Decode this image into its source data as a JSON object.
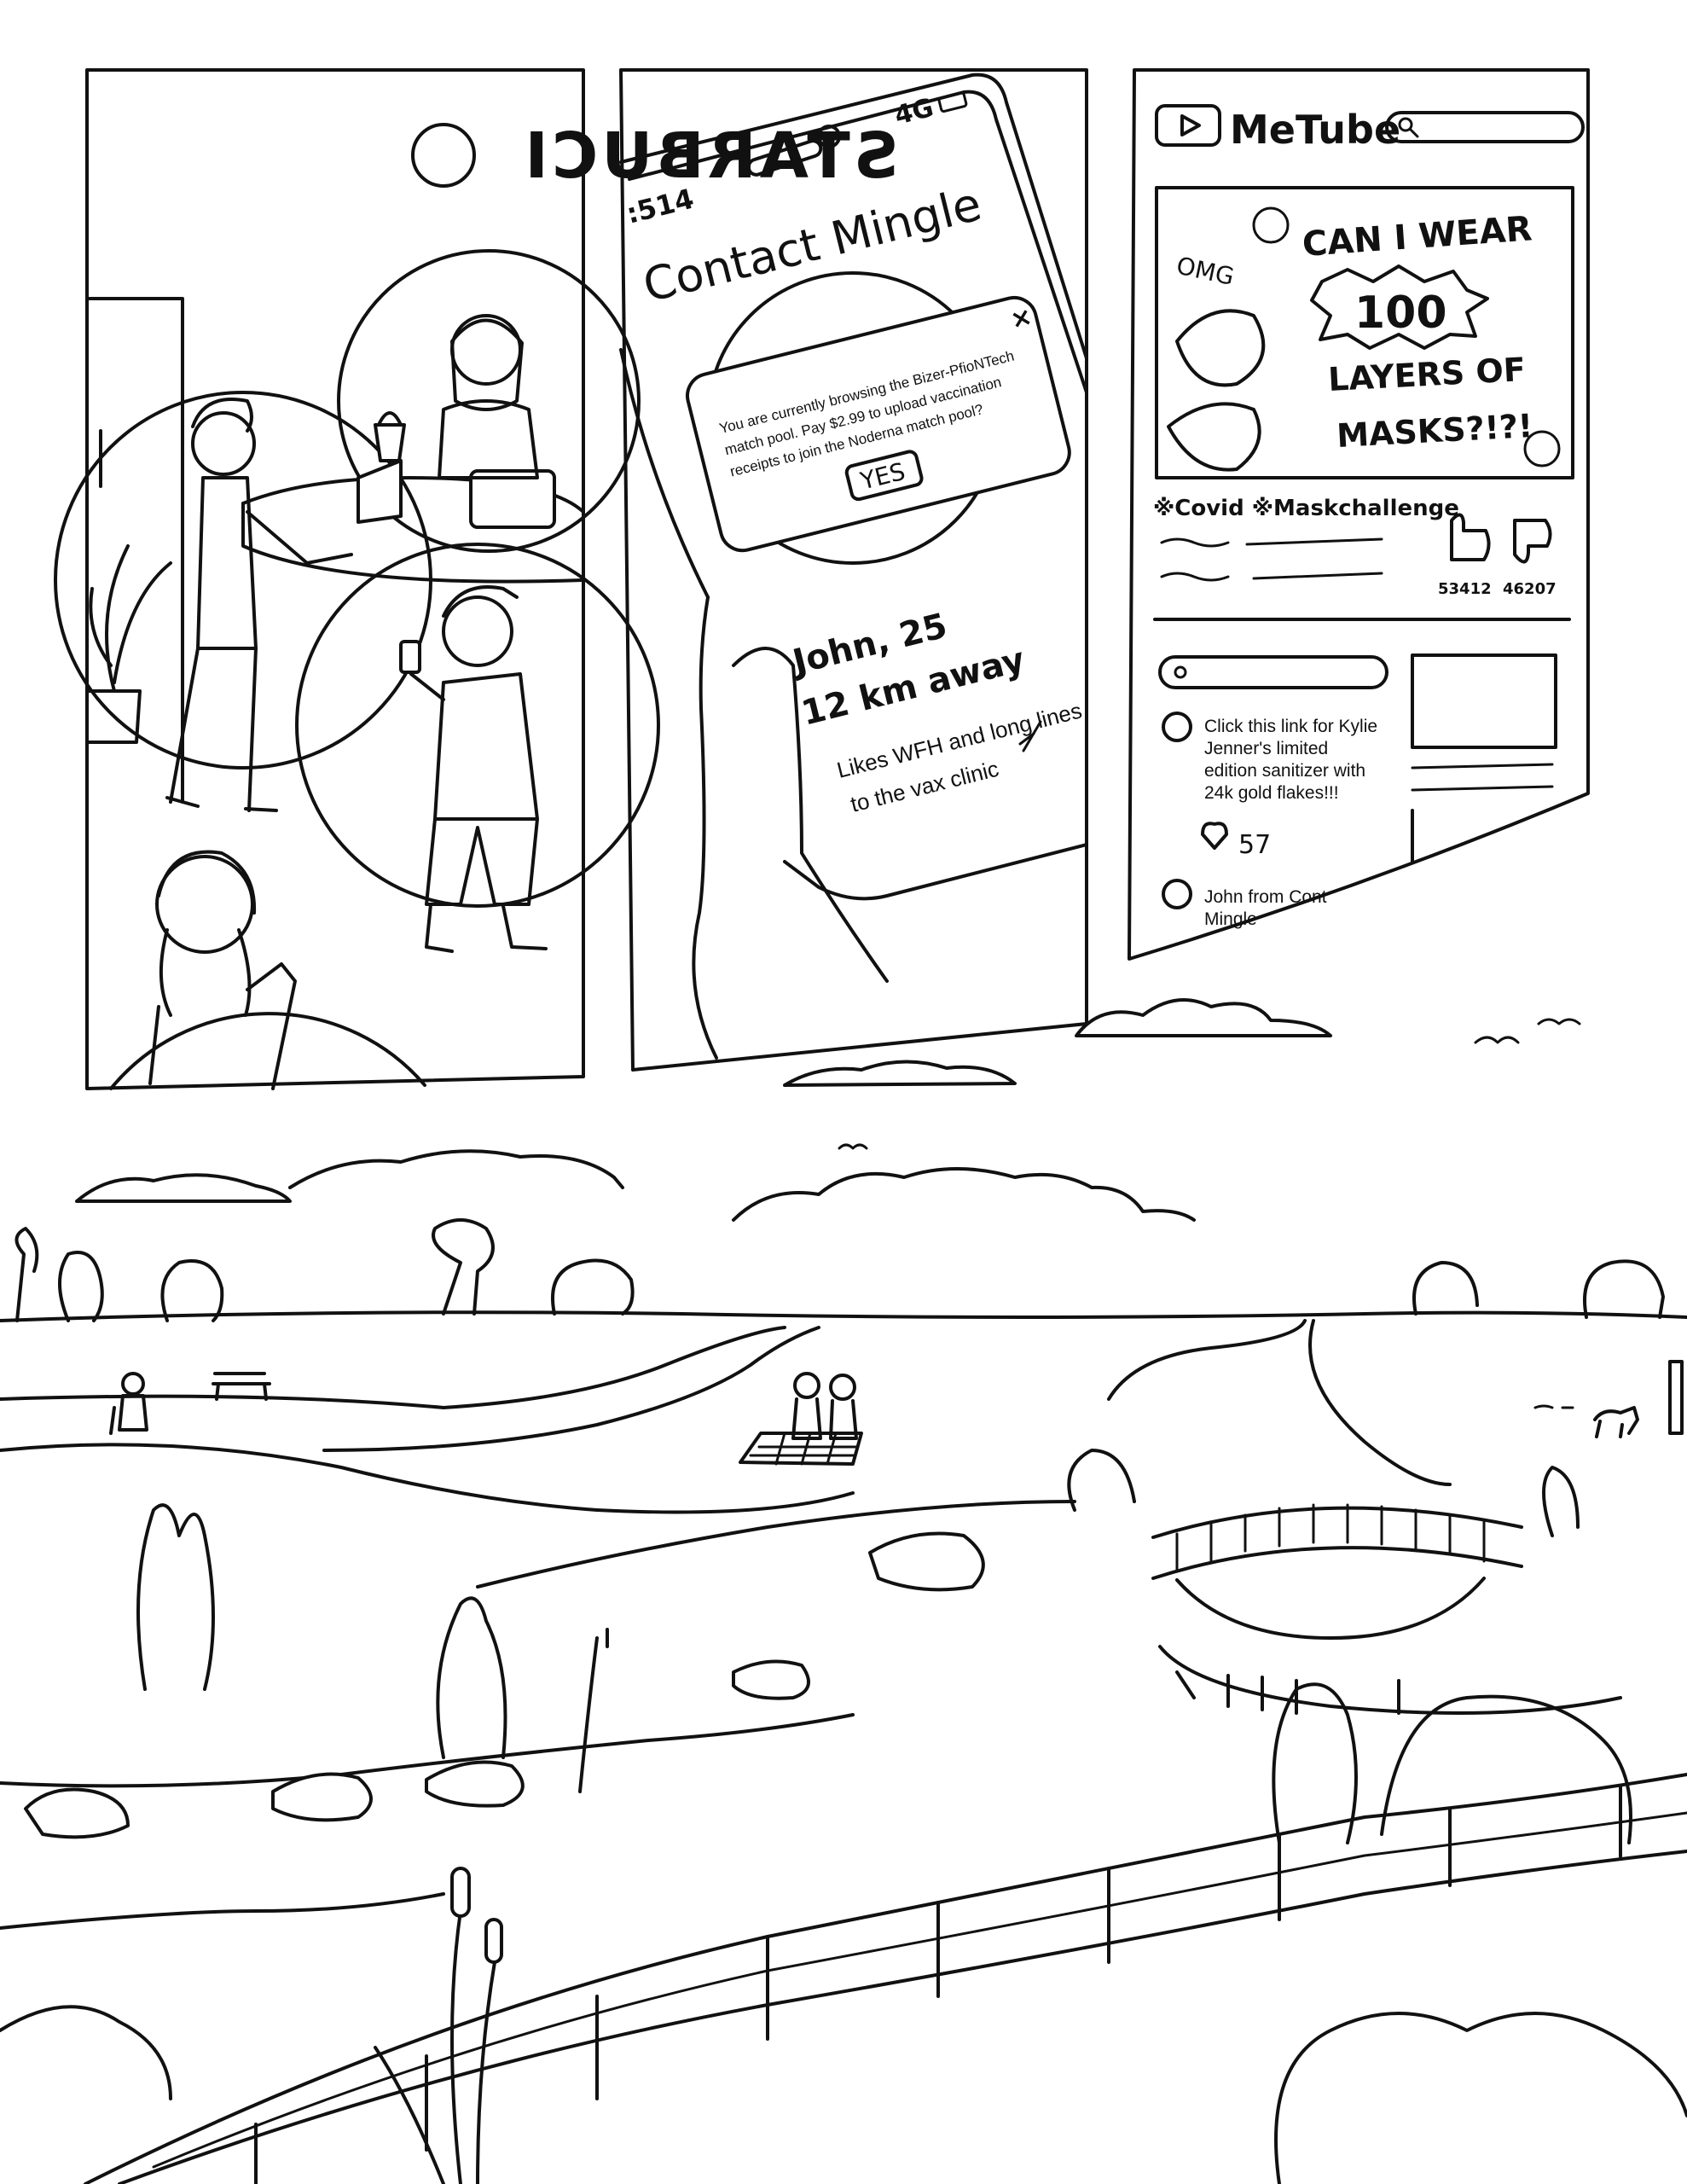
{
  "panel_store": {
    "sign_text": "STARBUCI"
  },
  "panel_phone": {
    "status_time": ":514",
    "status_network": "4G",
    "app_title": "Contact Mingle",
    "dialog": {
      "close_glyph": "×",
      "message_line1": "You are currently browsing the Bizer-PfioNTech",
      "message_line2": "match pool. Pay $2.99 to upload vaccination",
      "message_line3": "receipts to join the Noderna match pool?",
      "yes_label": "YES"
    },
    "profile": {
      "name_age": "John, 25",
      "distance": "12 km away",
      "bio_line1": "Likes WFH and long lines",
      "bio_line2": "to the vax clinic"
    }
  },
  "panel_metube": {
    "logo_text": "MeTube",
    "thumbnail": {
      "omg": "OMG",
      "line1": "CAN I WEAR",
      "line2": "100",
      "line3": "LAYERS OF",
      "line4": "MASKS?!?!"
    },
    "hashtags": "※Covid ※Maskchallenge",
    "likes": "53412",
    "dislikes": "46207",
    "comments": [
      {
        "line1": "Click this link for Kylie",
        "line2": "Jenner's limited",
        "line3": "edition sanitizer with",
        "line4": "24k gold flakes!!!"
      },
      {
        "line1": "John from Cont",
        "line2": "Mingle"
      }
    ],
    "comment_likes": "57"
  },
  "icons": {
    "play": "play-icon",
    "search": "search-icon",
    "thumbs_up": "thumbs-up-icon",
    "thumbs_down": "thumbs-down-icon",
    "heart": "heart-icon",
    "syringe": "syringe-icon"
  },
  "colors": {
    "ink": "#111111",
    "paper": "#ffffff"
  }
}
